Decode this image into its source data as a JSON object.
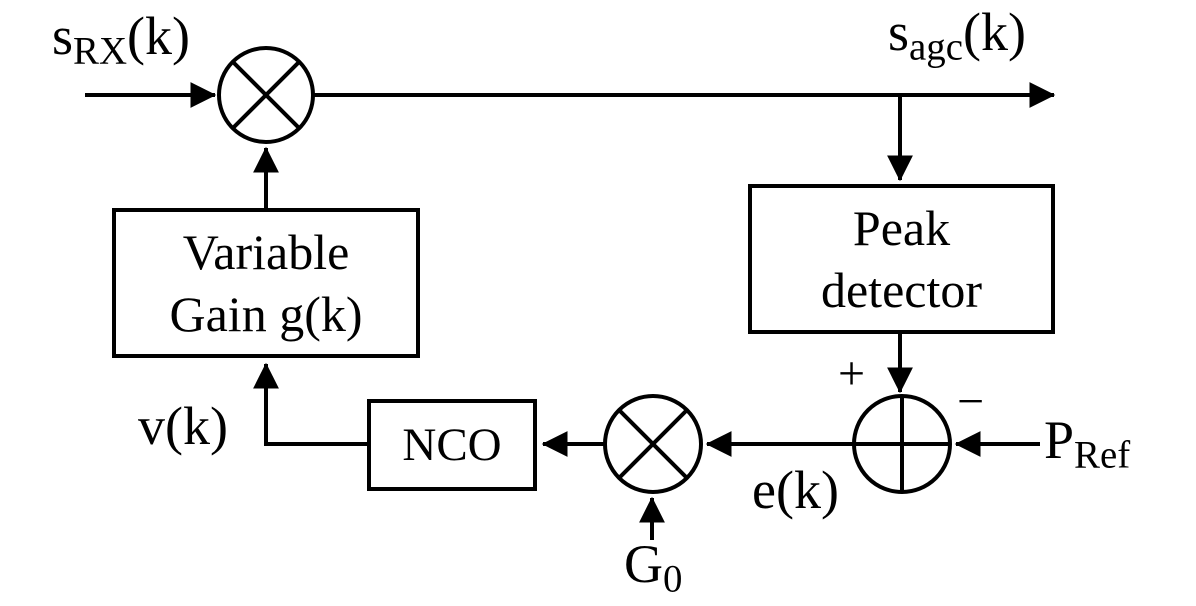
{
  "diagram": {
    "description": "AGC (automatic gain control) feedback loop block diagram",
    "background_color": "#ffffff",
    "line_color": "#000000"
  },
  "blocks": {
    "variable_gain": {
      "line1": "Variable",
      "line2": "Gain g(k)"
    },
    "peak_detector": {
      "line1": "Peak",
      "line2": "detector"
    },
    "nco": {
      "label": "NCO"
    }
  },
  "labels": {
    "s_rx": {
      "base": "s",
      "sub": "RX",
      "rest": "(k)"
    },
    "s_agc": {
      "base": "s",
      "sub": "agc",
      "rest": "(k)"
    },
    "v": "v(k)",
    "e": "e(k)",
    "g0": {
      "base": "G",
      "sub": "0"
    },
    "p_ref": {
      "base": "P",
      "sub": "Ref"
    },
    "plus": "+",
    "minus": "−"
  }
}
